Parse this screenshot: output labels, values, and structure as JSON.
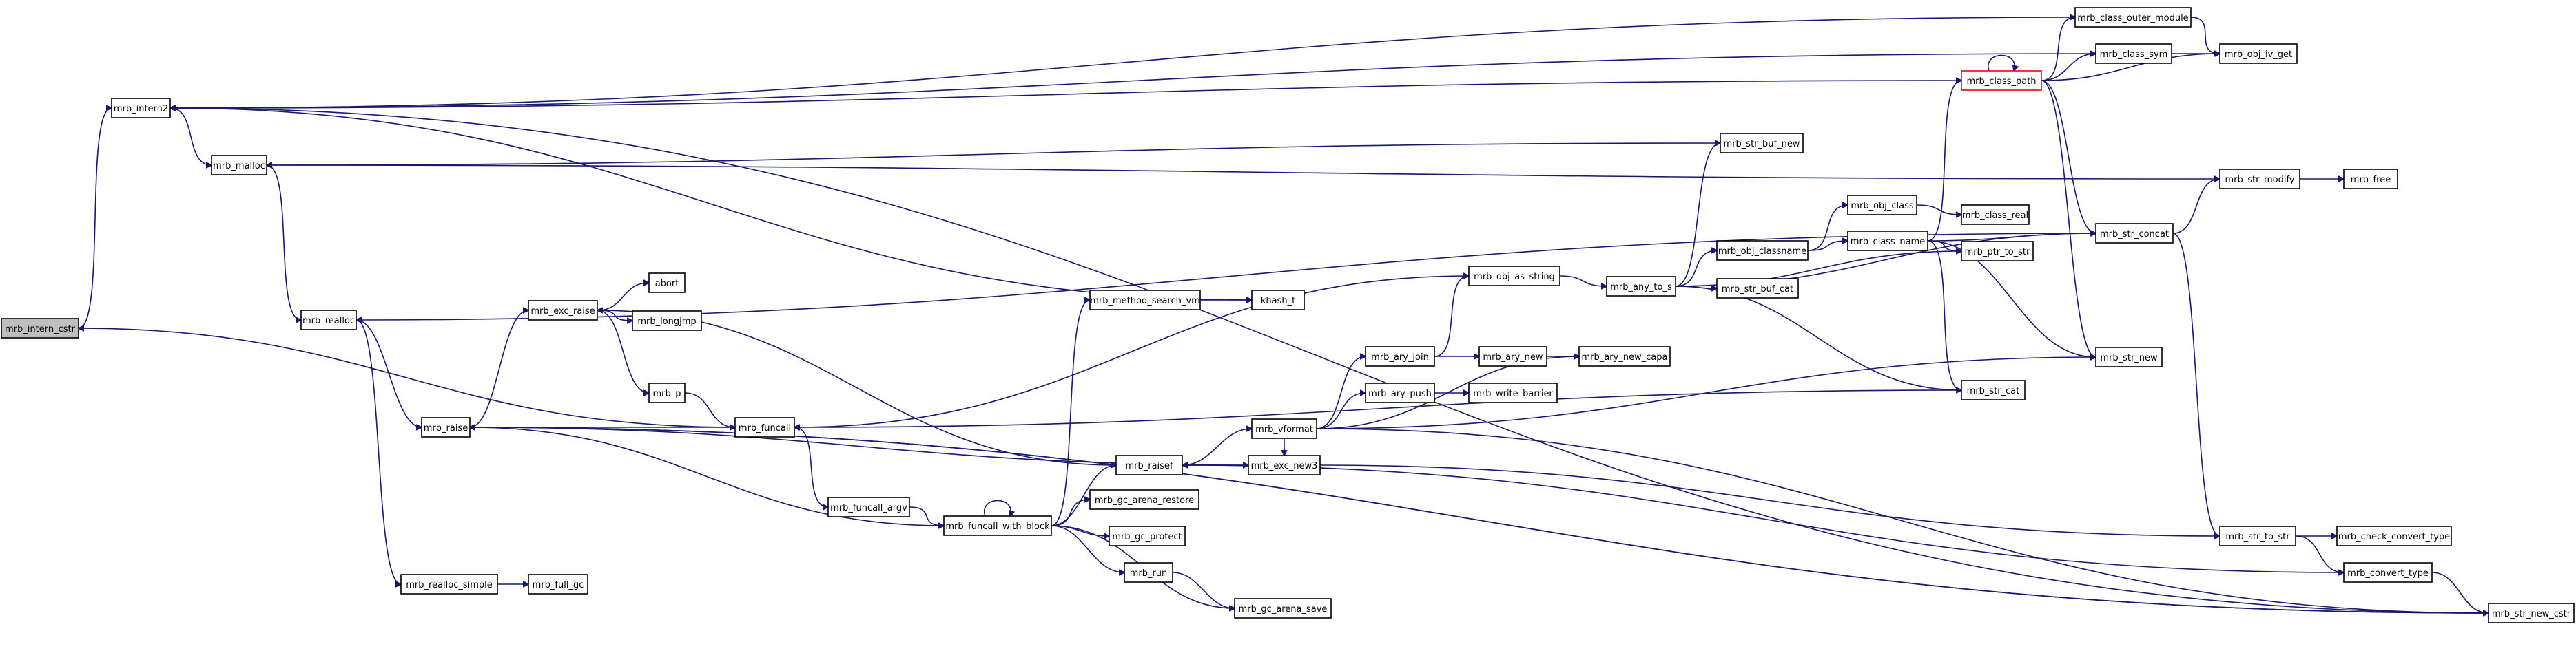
{
  "colors": {
    "edge": "#191970",
    "node_border": "#000000",
    "node_fill": "#ffffff",
    "root_fill": "#bfbfbf",
    "highlight_border": "#ff0000"
  },
  "nodes": [
    {
      "id": "mrb_intern_cstr",
      "label": "mrb_intern_cstr",
      "style": "root"
    },
    {
      "id": "mrb_intern2",
      "label": "mrb_intern2"
    },
    {
      "id": "mrb_malloc",
      "label": "mrb_malloc"
    },
    {
      "id": "mrb_realloc",
      "label": "mrb_realloc"
    },
    {
      "id": "mrb_raise",
      "label": "mrb_raise"
    },
    {
      "id": "mrb_realloc_simple",
      "label": "mrb_realloc_simple"
    },
    {
      "id": "mrb_full_gc",
      "label": "mrb_full_gc"
    },
    {
      "id": "mrb_exc_raise",
      "label": "mrb_exc_raise"
    },
    {
      "id": "abort",
      "label": "abort"
    },
    {
      "id": "mrb_longjmp",
      "label": "mrb_longjmp"
    },
    {
      "id": "mrb_p",
      "label": "mrb_p"
    },
    {
      "id": "mrb_funcall",
      "label": "mrb_funcall"
    },
    {
      "id": "mrb_funcall_argv",
      "label": "mrb_funcall_argv"
    },
    {
      "id": "mrb_funcall_with_block",
      "label": "mrb_funcall_with_block"
    },
    {
      "id": "mrb_method_search_vm",
      "label": "mrb_method_search_vm"
    },
    {
      "id": "khash_t",
      "label": "khash_t"
    },
    {
      "id": "mrb_raisef",
      "label": "mrb_raisef"
    },
    {
      "id": "mrb_gc_arena_restore",
      "label": "mrb_gc_arena_restore"
    },
    {
      "id": "mrb_gc_protect",
      "label": "mrb_gc_protect"
    },
    {
      "id": "mrb_run",
      "label": "mrb_run"
    },
    {
      "id": "mrb_gc_arena_save",
      "label": "mrb_gc_arena_save"
    },
    {
      "id": "mrb_vformat",
      "label": "mrb_vformat"
    },
    {
      "id": "mrb_exc_new3",
      "label": "mrb_exc_new3"
    },
    {
      "id": "mrb_ary_join",
      "label": "mrb_ary_join"
    },
    {
      "id": "mrb_ary_push",
      "label": "mrb_ary_push"
    },
    {
      "id": "mrb_ary_new",
      "label": "mrb_ary_new"
    },
    {
      "id": "mrb_write_barrier",
      "label": "mrb_write_barrier"
    },
    {
      "id": "mrb_ary_new_capa",
      "label": "mrb_ary_new_capa"
    },
    {
      "id": "mrb_obj_as_string",
      "label": "mrb_obj_as_string"
    },
    {
      "id": "mrb_any_to_s",
      "label": "mrb_any_to_s"
    },
    {
      "id": "mrb_str_buf_new",
      "label": "mrb_str_buf_new"
    },
    {
      "id": "mrb_obj_classname",
      "label": "mrb_obj_classname"
    },
    {
      "id": "mrb_str_buf_cat",
      "label": "mrb_str_buf_cat"
    },
    {
      "id": "mrb_obj_class",
      "label": "mrb_obj_class"
    },
    {
      "id": "mrb_class_name",
      "label": "mrb_class_name"
    },
    {
      "id": "mrb_class_real",
      "label": "mrb_class_real"
    },
    {
      "id": "mrb_ptr_to_str",
      "label": "mrb_ptr_to_str"
    },
    {
      "id": "mrb_class_path",
      "label": "mrb_class_path",
      "style": "red"
    },
    {
      "id": "mrb_class_outer_module",
      "label": "mrb_class_outer_module"
    },
    {
      "id": "mrb_class_sym",
      "label": "mrb_class_sym"
    },
    {
      "id": "mrb_obj_iv_get",
      "label": "mrb_obj_iv_get"
    },
    {
      "id": "mrb_str_concat",
      "label": "mrb_str_concat"
    },
    {
      "id": "mrb_str_modify",
      "label": "mrb_str_modify"
    },
    {
      "id": "mrb_free",
      "label": "mrb_free"
    },
    {
      "id": "mrb_str_cat",
      "label": "mrb_str_cat"
    },
    {
      "id": "mrb_str_new",
      "label": "mrb_str_new"
    },
    {
      "id": "mrb_str_to_str",
      "label": "mrb_str_to_str"
    },
    {
      "id": "mrb_check_convert_type",
      "label": "mrb_check_convert_type"
    },
    {
      "id": "mrb_convert_type",
      "label": "mrb_convert_type"
    },
    {
      "id": "mrb_str_new_cstr",
      "label": "mrb_str_new_cstr"
    }
  ],
  "edges": [
    [
      "mrb_intern_cstr",
      "mrb_intern2"
    ],
    [
      "mrb_intern2",
      "mrb_malloc"
    ],
    [
      "mrb_intern2",
      "khash_t"
    ],
    [
      "mrb_malloc",
      "mrb_realloc"
    ],
    [
      "mrb_realloc",
      "mrb_raise"
    ],
    [
      "mrb_realloc",
      "mrb_realloc_simple"
    ],
    [
      "mrb_realloc_simple",
      "mrb_full_gc"
    ],
    [
      "mrb_raise",
      "mrb_exc_raise"
    ],
    [
      "mrb_raise",
      "mrb_exc_new3"
    ],
    [
      "mrb_raise",
      "mrb_str_new_cstr"
    ],
    [
      "mrb_exc_raise",
      "abort"
    ],
    [
      "mrb_exc_raise",
      "mrb_longjmp"
    ],
    [
      "mrb_exc_raise",
      "mrb_p"
    ],
    [
      "mrb_p",
      "mrb_funcall"
    ],
    [
      "mrb_funcall",
      "mrb_raise"
    ],
    [
      "mrb_funcall",
      "mrb_intern_cstr"
    ],
    [
      "mrb_funcall",
      "mrb_funcall_argv"
    ],
    [
      "mrb_funcall_argv",
      "mrb_funcall_with_block"
    ],
    [
      "mrb_funcall_with_block",
      "mrb_funcall_with_block"
    ],
    [
      "mrb_funcall_with_block",
      "mrb_method_search_vm"
    ],
    [
      "mrb_funcall_with_block",
      "mrb_raisef"
    ],
    [
      "mrb_funcall_with_block",
      "mrb_gc_arena_restore"
    ],
    [
      "mrb_funcall_with_block",
      "mrb_gc_protect"
    ],
    [
      "mrb_funcall_with_block",
      "mrb_run"
    ],
    [
      "mrb_funcall_with_block",
      "mrb_gc_arena_save"
    ],
    [
      "mrb_funcall_with_block",
      "mrb_raise"
    ],
    [
      "mrb_method_search_vm",
      "khash_t"
    ],
    [
      "mrb_run",
      "mrb_gc_arena_save"
    ],
    [
      "mrb_raisef",
      "mrb_vformat"
    ],
    [
      "mrb_raisef",
      "mrb_exc_new3"
    ],
    [
      "mrb_raisef",
      "mrb_exc_raise"
    ],
    [
      "mrb_vformat",
      "mrb_ary_join"
    ],
    [
      "mrb_vformat",
      "mrb_ary_push"
    ],
    [
      "mrb_vformat",
      "mrb_ary_new_capa"
    ],
    [
      "mrb_vformat",
      "mrb_exc_new3"
    ],
    [
      "mrb_vformat",
      "mrb_str_new"
    ],
    [
      "mrb_vformat",
      "mrb_str_new_cstr"
    ],
    [
      "mrb_ary_join",
      "mrb_obj_as_string"
    ],
    [
      "mrb_ary_join",
      "mrb_ary_new"
    ],
    [
      "mrb_ary_new",
      "mrb_ary_new_capa"
    ],
    [
      "mrb_ary_push",
      "mrb_write_barrier"
    ],
    [
      "mrb_obj_as_string",
      "mrb_any_to_s"
    ],
    [
      "mrb_obj_as_string",
      "mrb_funcall"
    ],
    [
      "mrb_any_to_s",
      "mrb_str_buf_new"
    ],
    [
      "mrb_any_to_s",
      "mrb_obj_classname"
    ],
    [
      "mrb_any_to_s",
      "mrb_str_buf_cat"
    ],
    [
      "mrb_any_to_s",
      "mrb_ptr_to_str"
    ],
    [
      "mrb_any_to_s",
      "mrb_str_concat"
    ],
    [
      "mrb_any_to_s",
      "mrb_str_cat"
    ],
    [
      "mrb_str_buf_new",
      "mrb_malloc"
    ],
    [
      "mrb_obj_classname",
      "mrb_obj_class"
    ],
    [
      "mrb_obj_classname",
      "mrb_class_name"
    ],
    [
      "mrb_obj_class",
      "mrb_class_real"
    ],
    [
      "mrb_class_name",
      "mrb_class_path"
    ],
    [
      "mrb_class_name",
      "mrb_ptr_to_str"
    ],
    [
      "mrb_class_name",
      "mrb_str_concat"
    ],
    [
      "mrb_class_name",
      "mrb_str_cat"
    ],
    [
      "mrb_class_name",
      "mrb_str_new"
    ],
    [
      "mrb_class_path",
      "mrb_class_path"
    ],
    [
      "mrb_class_path",
      "mrb_class_outer_module"
    ],
    [
      "mrb_class_path",
      "mrb_class_sym"
    ],
    [
      "mrb_class_path",
      "mrb_obj_iv_get"
    ],
    [
      "mrb_class_path",
      "mrb_intern2"
    ],
    [
      "mrb_class_path",
      "mrb_str_concat"
    ],
    [
      "mrb_class_path",
      "mrb_str_new"
    ],
    [
      "mrb_class_outer_module",
      "mrb_obj_iv_get"
    ],
    [
      "mrb_class_outer_module",
      "mrb_intern2"
    ],
    [
      "mrb_class_sym",
      "mrb_obj_iv_get"
    ],
    [
      "mrb_class_sym",
      "mrb_intern2"
    ],
    [
      "mrb_str_concat",
      "mrb_str_modify"
    ],
    [
      "mrb_str_concat",
      "mrb_realloc"
    ],
    [
      "mrb_str_concat",
      "mrb_str_to_str"
    ],
    [
      "mrb_str_modify",
      "mrb_free"
    ],
    [
      "mrb_str_modify",
      "mrb_malloc"
    ],
    [
      "mrb_str_cat",
      "mrb_funcall"
    ],
    [
      "mrb_str_to_str",
      "mrb_check_convert_type"
    ],
    [
      "mrb_str_to_str",
      "mrb_convert_type"
    ],
    [
      "mrb_convert_type",
      "mrb_str_new_cstr"
    ],
    [
      "mrb_convert_type",
      "mrb_raisef"
    ],
    [
      "mrb_str_new_cstr",
      "mrb_raise"
    ],
    [
      "mrb_str_new_cstr",
      "mrb_intern2"
    ],
    [
      "mrb_exc_new3",
      "mrb_str_to_str"
    ]
  ]
}
